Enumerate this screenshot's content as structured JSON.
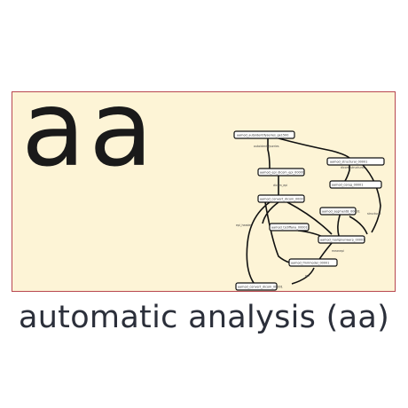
{
  "logo": {
    "big_text": "aa",
    "caption": "automatic analysis (aa)",
    "colors": {
      "panel_bg": "#fdf4d6",
      "panel_border": "#b8474f",
      "letters": "#1a1a1a",
      "caption": "#2b2f3a"
    }
  },
  "pipeline": {
    "nodes": [
      {
        "id": "n1",
        "label": "aamod_autoidentifyseries_ge1500"
      },
      {
        "id": "n2",
        "label": "aamod_epi_dicom_epi_00001"
      },
      {
        "id": "n3",
        "label": "aamod_convert_dicom_00001"
      },
      {
        "id": "n4",
        "label": "aamod_structural_00001"
      },
      {
        "id": "n5",
        "label": "aamod_coreg_00001"
      },
      {
        "id": "n6",
        "label": "aamod_segment8_00001"
      },
      {
        "id": "n7",
        "label": "aamod_tsdiffana_00001"
      },
      {
        "id": "n8",
        "label": "aamod_realignunwarp_00001"
      },
      {
        "id": "n9",
        "label": "aamod_fmrimodel_00001"
      }
    ],
    "edge_labels": [
      "autoidentifyseries",
      "dicom_epi",
      "dicom_structural",
      "epi_header",
      "structural",
      "meanepi",
      "epi"
    ]
  }
}
